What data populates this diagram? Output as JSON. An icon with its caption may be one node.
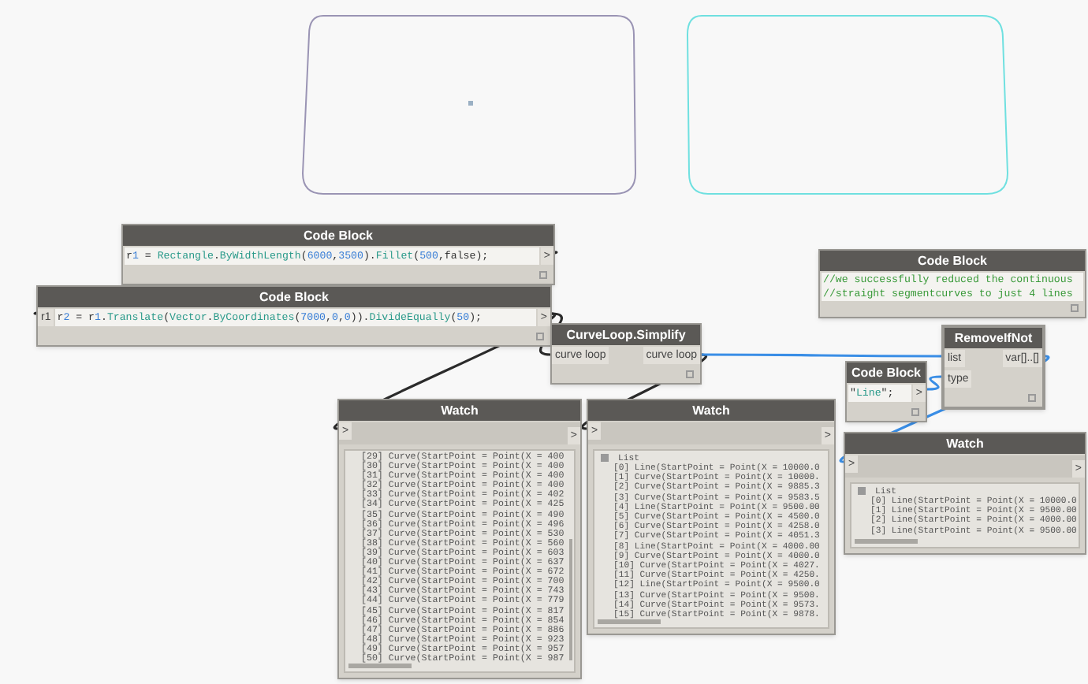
{
  "diagram": {
    "nodes": [
      {
        "text": [
          "Code Block",
          "r1 = Rectangle.ByWidthLength(6000,3500).Fillet(500,false);",
          ">"
        ]
      },
      {
        "text": [
          "Code Block",
          "r1",
          "r2 = r1.Translate(Vector.ByCoordinates(7000,0,0)).DivideEqually(50);",
          ">"
        ]
      },
      {
        "text": [
          "CurveLoop.Simplify",
          "curve loop",
          "curve loop"
        ]
      },
      {
        "text": [
          "Watch",
          ">",
          ">",
          "[29] Curve(StartPoint = Point(X = 400",
          "[30] Curve(StartPoint = Point(X = 400",
          "[31] Curve(StartPoint = Point(X = 400",
          "[32] Curve(StartPoint = Point(X = 400",
          "[33] Curve(StartPoint = Point(X = 402",
          "[34] Curve(StartPoint = Point(X = 425",
          "[35] Curve(StartPoint = Point(X = 490",
          "[36] Curve(StartPoint = Point(X = 496",
          "[37] Curve(StartPoint = Point(X = 530",
          "[38] Curve(StartPoint = Point(X = 560",
          "[39] Curve(StartPoint = Point(X = 603",
          "[40] Curve(StartPoint = Point(X = 637",
          "[41] Curve(StartPoint = Point(X = 672",
          "[42] Curve(StartPoint = Point(X = 700",
          "[43] Curve(StartPoint = Point(X = 743",
          "[44] Curve(StartPoint = Point(X = 779",
          "[45] Curve(StartPoint = Point(X = 817",
          "[46] Curve(StartPoint = Point(X = 854",
          "[47] Curve(StartPoint = Point(X = 886",
          "[48] Curve(StartPoint = Point(X = 923",
          "[49] Curve(StartPoint = Point(X = 957",
          "[50] Curve(StartPoint = Point(X = 987"
        ]
      },
      {
        "text": [
          "Watch",
          ">",
          ">",
          "List",
          "[0] Line(StartPoint = Point(X = 10000.0",
          "[1] Curve(StartPoint = Point(X = 10000.",
          "[2] Curve(StartPoint = Point(X = 9885.3",
          "[3] Curve(StartPoint = Point(X = 9583.5",
          "[4] Line(StartPoint = Point(X = 9500.00",
          "[5] Curve(StartPoint = Point(X = 4500.0",
          "[6] Curve(StartPoint = Point(X = 4258.0",
          "[7] Curve(StartPoint = Point(X = 4051.3",
          "[8] Line(StartPoint = Point(X = 4000.00",
          "[9] Curve(StartPoint = Point(X = 4000.0",
          "[10] Curve(StartPoint = Point(X = 4027.",
          "[11] Curve(StartPoint = Point(X = 4250.",
          "[12] Line(StartPoint = Point(X = 9500.0",
          "[13] Curve(StartPoint = Point(X = 9500.",
          "[14] Curve(StartPoint = Point(X = 9573.",
          "[15] Curve(StartPoint = Point(X = 9878."
        ]
      },
      {
        "text": [
          "Code Block",
          "//we successfully reduced the continuous",
          "//straight segmentcurves to just 4 lines"
        ]
      },
      {
        "text": [
          "RemoveIfNot",
          "list",
          "type",
          "var[]..[]"
        ]
      },
      {
        "text": [
          "Code Block",
          "\"Line\";",
          ">"
        ]
      },
      {
        "text": [
          "Watch",
          ">",
          ">",
          "List",
          "[0] Line(StartPoint = Point(X = 10000.0",
          "[1] Line(StartPoint = Point(X = 9500.00",
          "[2] Line(StartPoint = Point(X = 4000.00",
          "[3] Line(StartPoint = Point(X = 9500.00"
        ]
      }
    ],
    "edges": [
      {
        "from": 0,
        "to": 1,
        "arrow": "none"
      },
      {
        "from": 1,
        "to": 2,
        "arrow": "none"
      },
      {
        "from": 1,
        "to": 3,
        "arrow": "none"
      },
      {
        "from": 2,
        "to": 4,
        "arrow": "none"
      },
      {
        "from": 2,
        "to": 6,
        "arrow": "none",
        "color": "#3a8ee6"
      },
      {
        "from": 7,
        "to": 6,
        "arrow": "none",
        "color": "#3a8ee6"
      },
      {
        "from": 6,
        "to": 8,
        "arrow": "none",
        "color": "#3a8ee6"
      }
    ]
  }
}
